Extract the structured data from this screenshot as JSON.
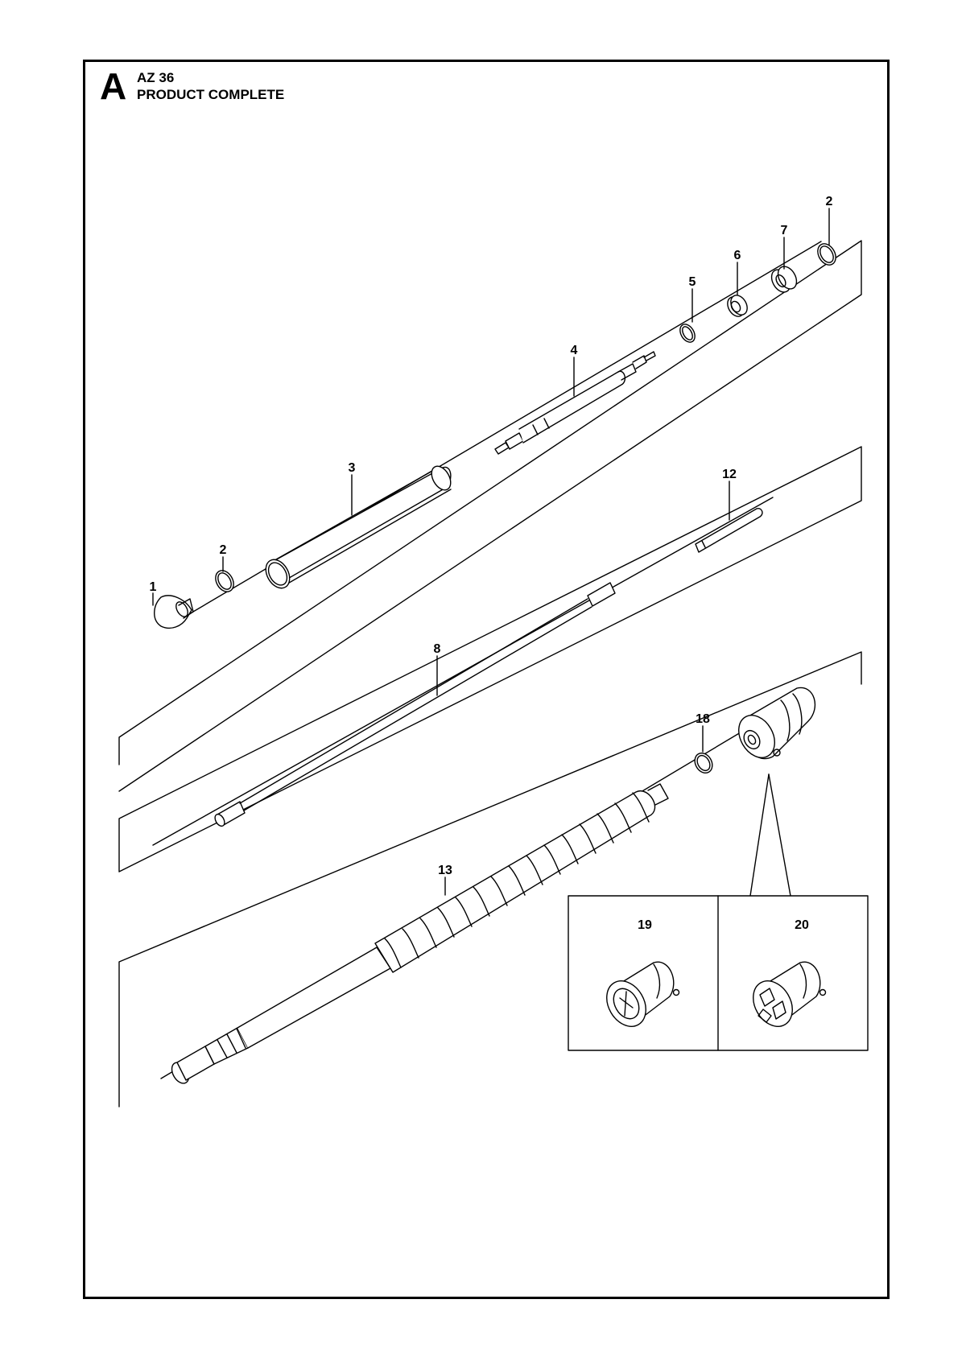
{
  "header": {
    "section_letter": "A",
    "model": "AZ 36",
    "title": "PRODUCT COMPLETE"
  },
  "callouts": [
    "1",
    "2",
    "3",
    "4",
    "5",
    "6",
    "7",
    "2",
    "12",
    "8",
    "18",
    "13",
    "19",
    "20"
  ],
  "colors": {
    "line": "#000000",
    "background": "#ffffff"
  }
}
